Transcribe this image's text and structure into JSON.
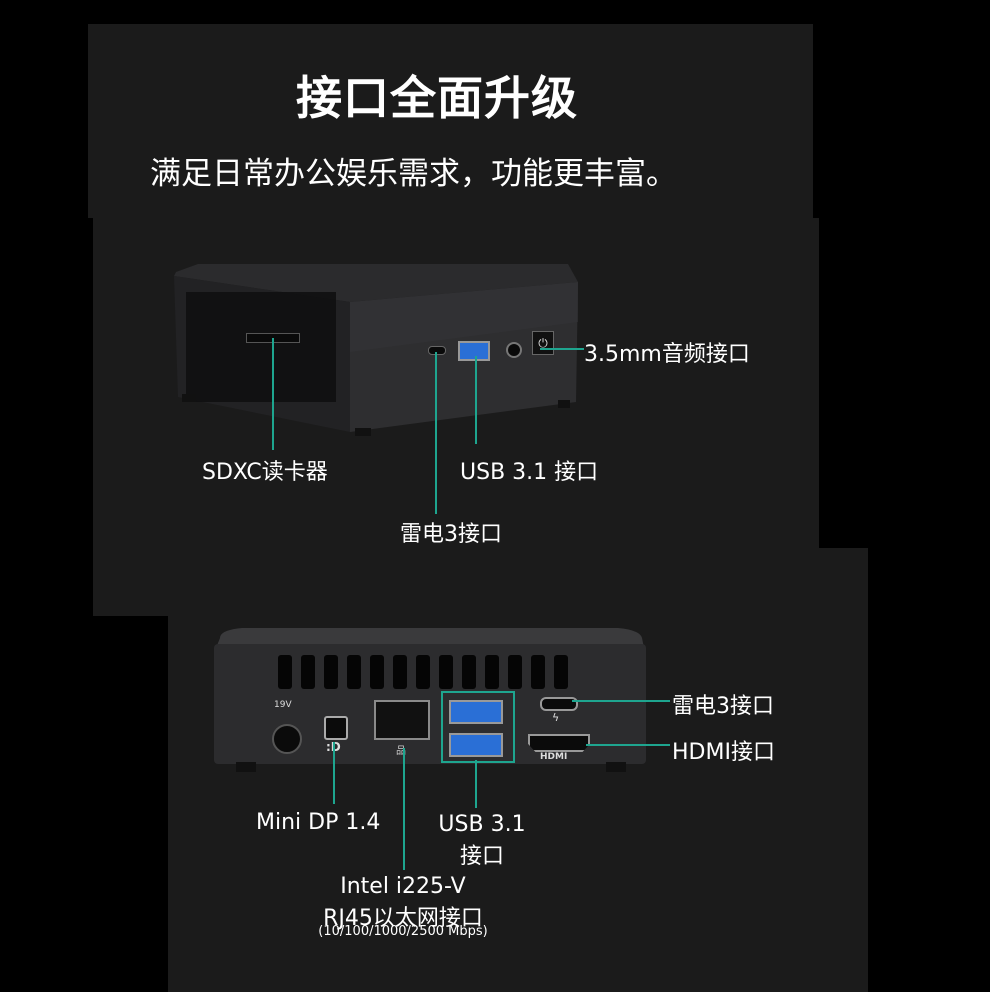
{
  "heading": {
    "title": "接口全面升级",
    "subtitle": "满足日常办公娱乐需求，功能更丰富。"
  },
  "front_panel": {
    "device_name": "mini-pc-front-view",
    "labels": {
      "audio": "3.5mm音频接口",
      "sdxc": "SDXC读卡器",
      "usb": "USB 3.1 接口",
      "thunderbolt": "雷电3接口"
    }
  },
  "rear_panel": {
    "device_name": "mini-pc-rear-view",
    "voltage_mark": "19V",
    "hdmi_mark": "HDMI",
    "labels": {
      "thunderbolt": "雷电3接口",
      "hdmi": "HDMI接口",
      "minidp": "Mini DP 1.4",
      "usb_line1": "USB 3.1",
      "usb_line2": "接口",
      "ethernet_line1": "Intel i225-V",
      "ethernet_line2": "RJ45以太网接口",
      "ethernet_line3": "(10/100/1000/2500 Mbps)"
    }
  },
  "colors": {
    "accent": "#1ea58f",
    "background": "#000000",
    "panel": "#1b1b1b",
    "usb_blue": "#2a6fd6"
  }
}
